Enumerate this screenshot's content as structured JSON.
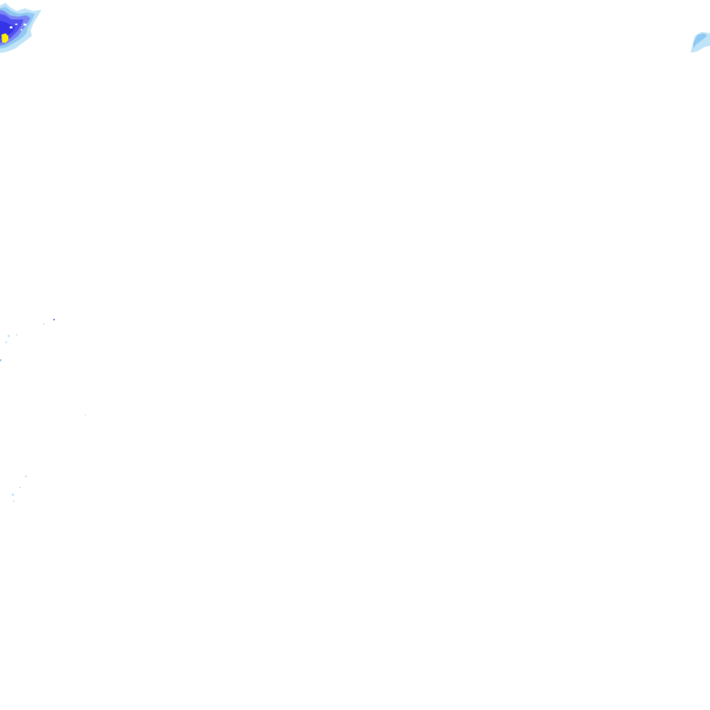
{
  "map": {
    "background_color": "#ffffff",
    "precipitation_scale_colors": {
      "very_light": "#bfe3f7",
      "light": "#8fc8f2",
      "moderate_light": "#7b86f5",
      "moderate": "#4f4ff2",
      "heavy": "#3434e6",
      "very_heavy": "#ffee00"
    },
    "echo_regions": [
      {
        "name": "northwest-echo-cluster",
        "intensity": "very_heavy"
      },
      {
        "name": "northeast-echo-fragment",
        "intensity": "light"
      },
      {
        "name": "west-scattered-echoes",
        "intensity": "very_light"
      },
      {
        "name": "southwest-scattered-echoes",
        "intensity": "very_light"
      }
    ]
  }
}
